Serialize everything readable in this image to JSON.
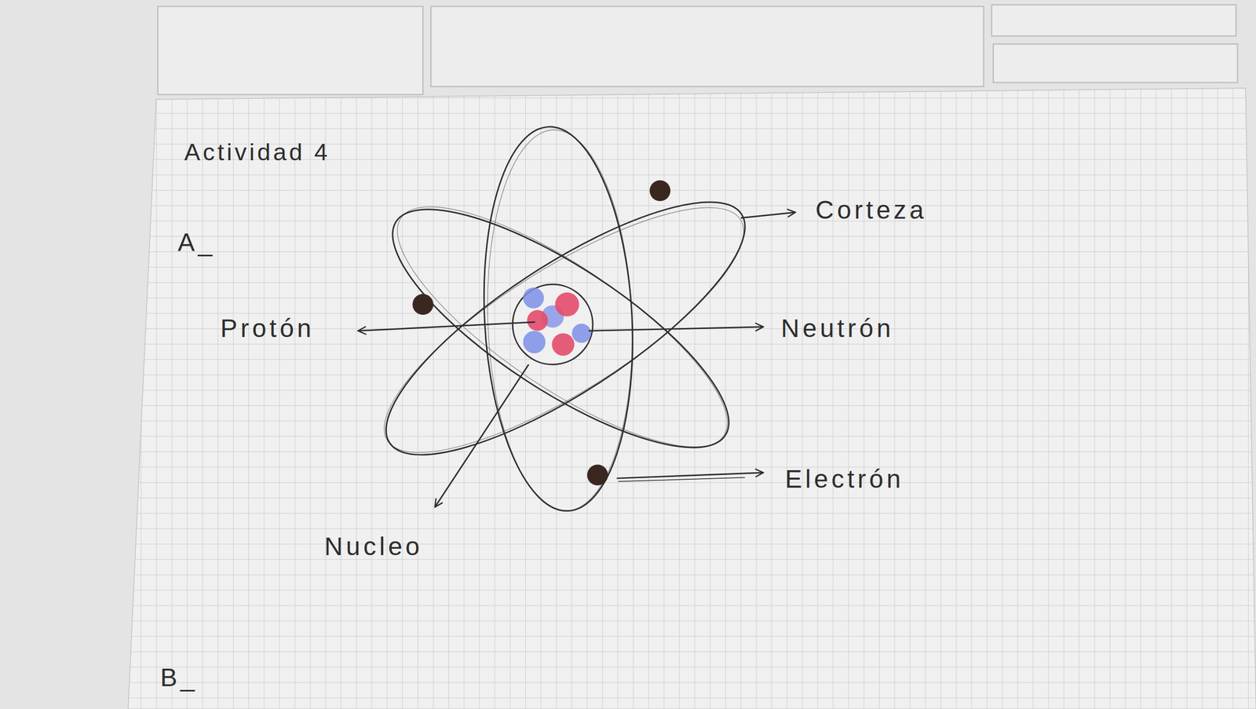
{
  "diagram": {
    "title": "Actividad 4",
    "labels": [
      "Corteza",
      "A_",
      "Protón",
      "Neutrón",
      "Electrón",
      "Nucleo",
      "B_"
    ]
  }
}
